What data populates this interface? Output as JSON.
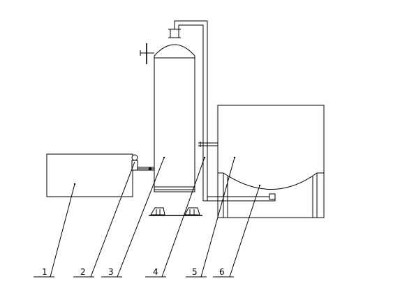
{
  "labels": [
    {
      "text": "1"
    },
    {
      "text": "2"
    },
    {
      "text": "3"
    },
    {
      "text": "4"
    },
    {
      "text": "5"
    },
    {
      "text": "6"
    }
  ]
}
